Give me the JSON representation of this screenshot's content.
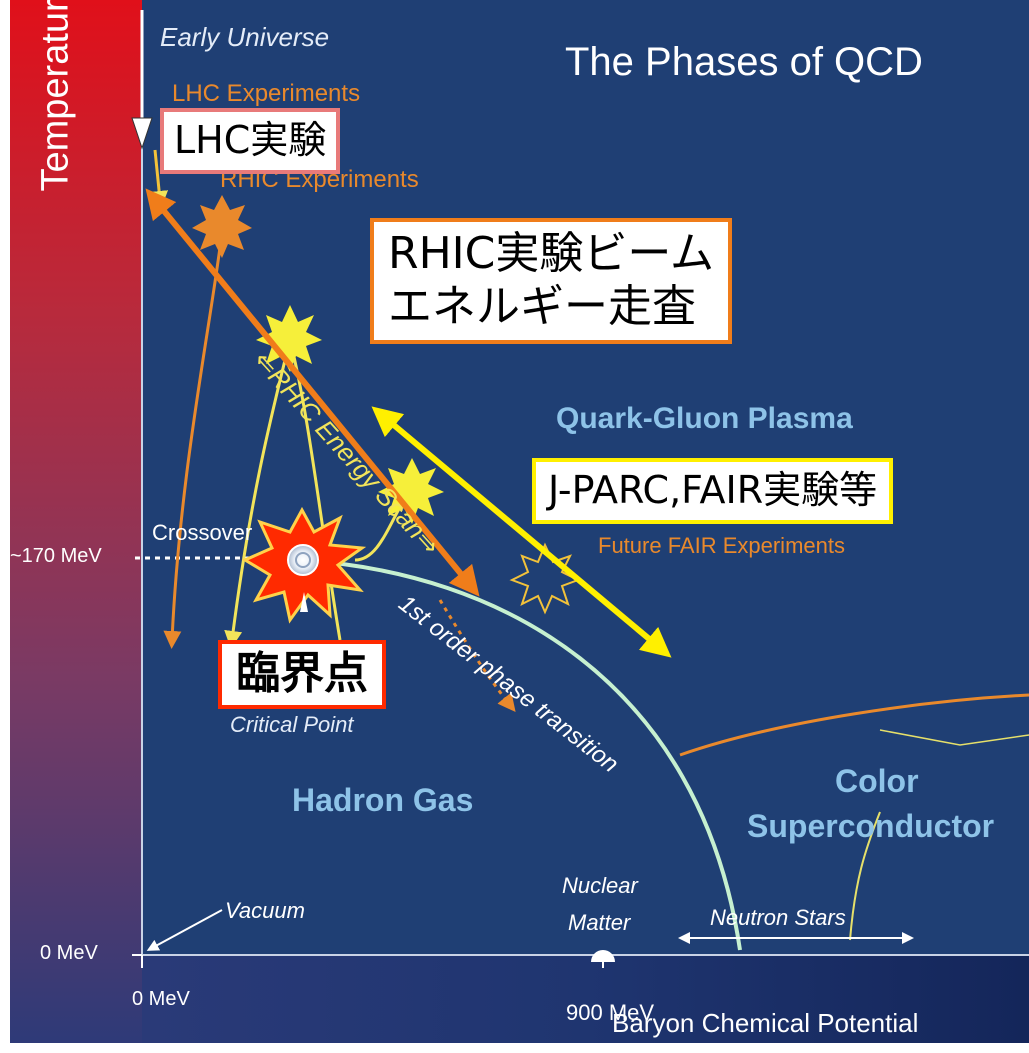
{
  "title": "The Phases of QCD",
  "axis": {
    "y_label": "Temperature",
    "x_label": "Baryon Chemical Potential",
    "y_ticks": [
      "~170 MeV",
      "0 MeV"
    ],
    "x_ticks": [
      "0 MeV",
      "900 MeV"
    ]
  },
  "labels": {
    "early_universe": "Early Universe",
    "lhc_experiments": "LHC Experiments",
    "rhic_experiments": "RHIC Experiments",
    "rhic_energy_scan": "⇐RHIC Energy Scan⇒",
    "quark_gluon_plasma": "Quark-Gluon Plasma",
    "future_fair": "Future FAIR Experiments",
    "crossover": "Crossover",
    "first_order": "1st order phase transition",
    "critical_point": "Critical Point",
    "hadron_gas": "Hadron Gas",
    "color_superconductor_1": "Color",
    "color_superconductor_2": "Superconductor",
    "vacuum": "Vacuum",
    "nuclear_matter_1": "Nuclear",
    "nuclear_matter_2": "Matter",
    "neutron_stars": "Neutron Stars"
  },
  "callouts": {
    "lhc": "LHC実験",
    "rhic_line1": "RHIC実験ビーム",
    "rhic_line2": "エネルギー走査",
    "jparc": "J-PARC,FAIR実験等",
    "critical": "臨界点"
  },
  "colors": {
    "background": "#1f3f74",
    "label_blue": "#8ec3e8",
    "lhc_border": "#e87a7a",
    "rhic_border": "#f07d1a",
    "jparc_border": "#fff000",
    "critical_border": "#ff2a00",
    "phase_line": "#c6f0d0",
    "yellow_arrow": "#fff000",
    "orange_arrow": "#f07d1a"
  }
}
